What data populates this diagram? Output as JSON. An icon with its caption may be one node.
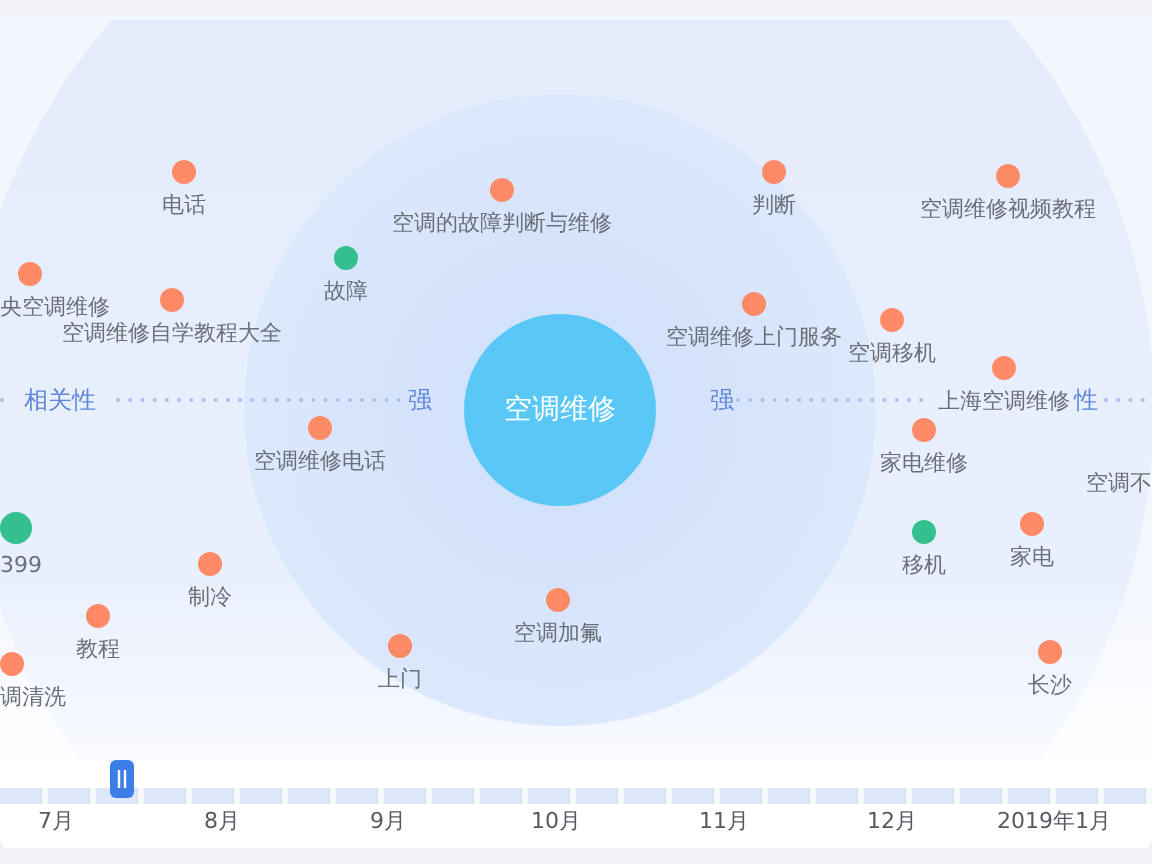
{
  "diagram": {
    "nodes": [
      {
        "text": [
          "电话"
        ]
      },
      {
        "text": [
          "空调的故障判断与维修"
        ]
      },
      {
        "text": [
          "判断"
        ]
      },
      {
        "text": [
          "空调维修视频教程"
        ]
      },
      {
        "text": [
          "故障"
        ]
      },
      {
        "text": [
          "央空调维修"
        ]
      },
      {
        "text": [
          "空调维修自学教程大全"
        ]
      },
      {
        "text": [
          "空调维修上门服务"
        ]
      },
      {
        "text": [
          "空调移机"
        ]
      },
      {
        "text": [
          "上海空调维修"
        ]
      },
      {
        "text": [
          "空调维修电话"
        ]
      },
      {
        "text": [
          "空调维修"
        ]
      },
      {
        "text": [
          "家电维修"
        ]
      },
      {
        "text": [
          "空调不"
        ]
      },
      {
        "text": [
          "399"
        ]
      },
      {
        "text": [
          "移机"
        ]
      },
      {
        "text": [
          "家电"
        ]
      },
      {
        "text": [
          "制冷"
        ]
      },
      {
        "text": [
          "空调加氟"
        ]
      },
      {
        "text": [
          "教程"
        ]
      },
      {
        "text": [
          "上门"
        ]
      },
      {
        "text": [
          "长沙"
        ]
      },
      {
        "text": [
          "调清洗"
        ]
      }
    ],
    "labels": [
      "相关性",
      "强",
      "强",
      "性",
      "7月",
      "8月",
      "9月",
      "10月",
      "11月",
      "12月",
      "2019年1月"
    ]
  }
}
